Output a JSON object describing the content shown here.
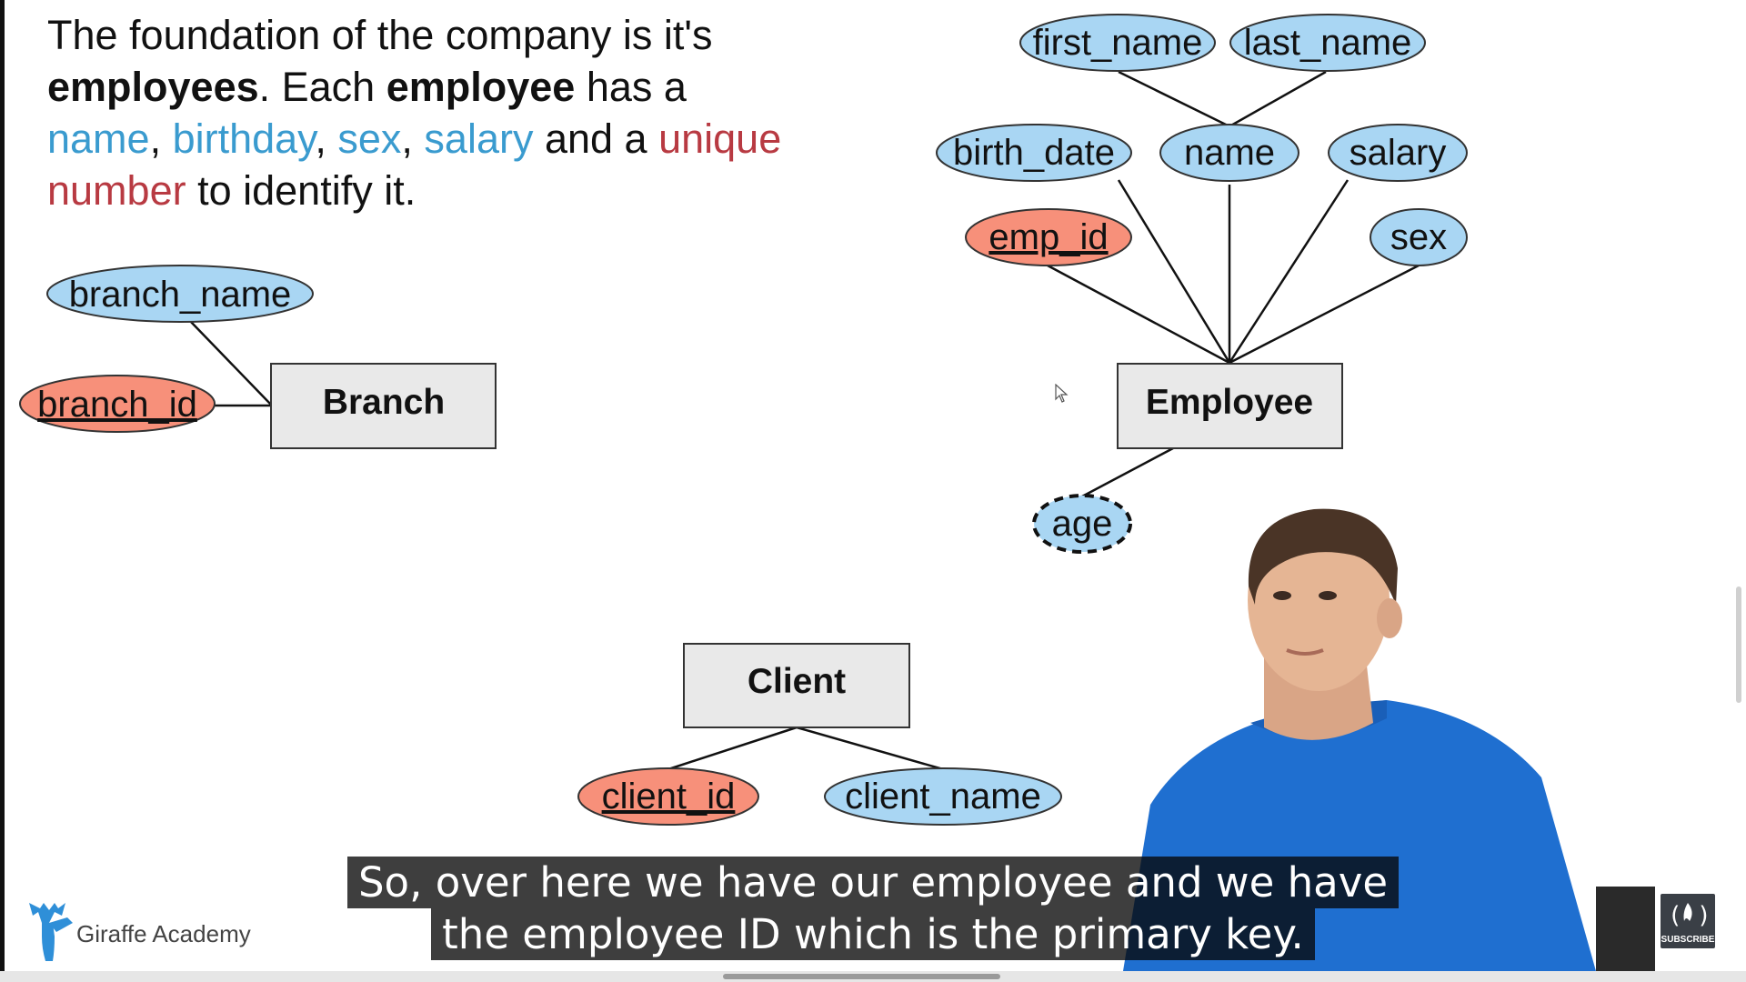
{
  "description": {
    "p1": "The foundation of the company is it's",
    "p2_bold": "employees",
    "p3": ". Each ",
    "p4_bold": "employee",
    "p5": " has a",
    "attr_name": "name",
    "comma1": ", ",
    "attr_birthday": "birthday",
    "comma2": ", ",
    "attr_sex": "sex",
    "comma3": ", ",
    "attr_salary": "salary",
    "and_a": " and a ",
    "unique": "unique",
    "number": "number",
    "tail": " to identify it."
  },
  "diagram": {
    "branch": {
      "entity": "Branch",
      "branch_name": "branch_name",
      "branch_id": "branch_id"
    },
    "employee": {
      "entity": "Employee",
      "first_name": "first_name",
      "last_name": "last_name",
      "birth_date": "birth_date",
      "name": "name",
      "salary": "salary",
      "emp_id": "emp_id",
      "sex": "sex",
      "age": "age"
    },
    "client": {
      "entity": "Client",
      "client_id": "client_id",
      "client_name": "client_name"
    }
  },
  "logo": {
    "text": "Giraffe Academy"
  },
  "subscribe": {
    "label": "SUBSCRIBE"
  },
  "caption": {
    "line1": "So, over here we have our employee and we have",
    "line2": "the employee ID which is the primary key."
  },
  "colors": {
    "attribute_fill": "#a9d6f3",
    "key_fill": "#f7907a",
    "entity_fill": "#e9e9e9",
    "blue_text": "#3a9bcf",
    "red_text": "#b83a42"
  },
  "icons": [
    "giraffe-logo-icon",
    "cursor-icon",
    "freecodecamp-icon"
  ]
}
